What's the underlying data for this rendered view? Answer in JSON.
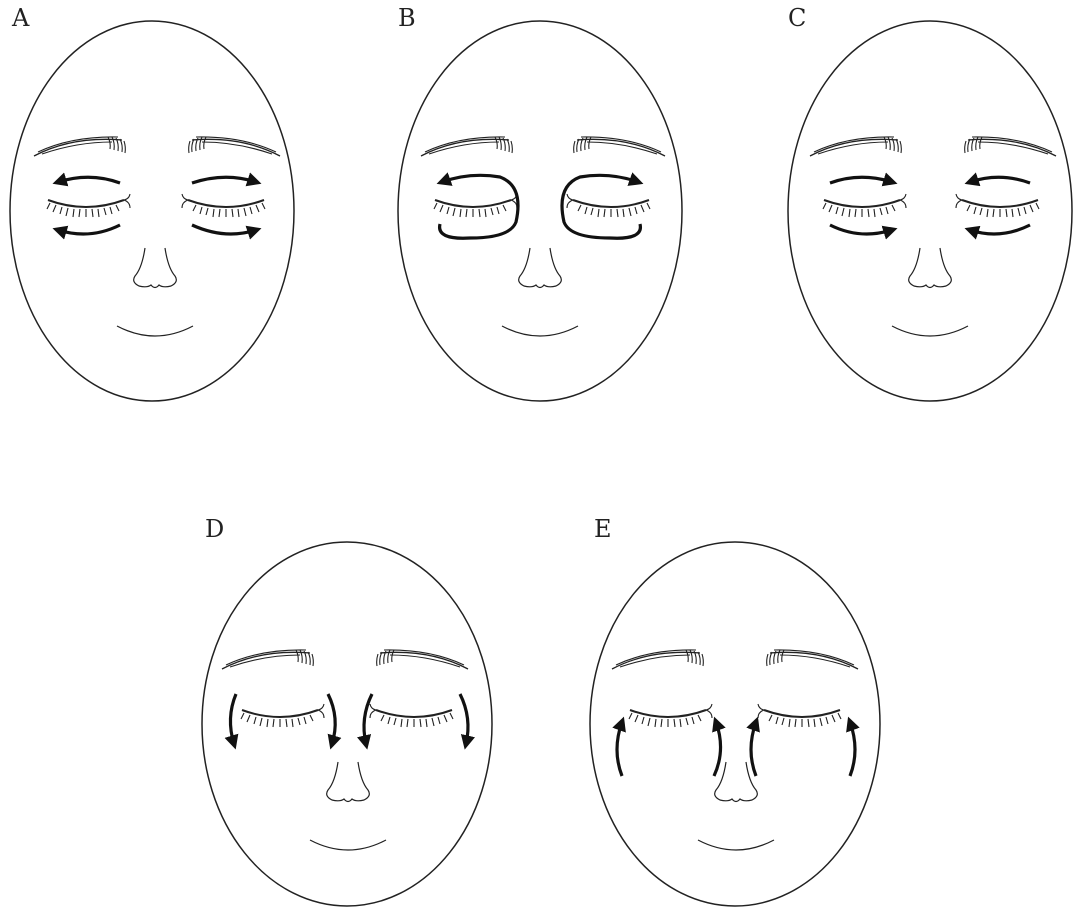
{
  "panels": [
    {
      "label": "A",
      "arrows": "outward-double"
    },
    {
      "label": "B",
      "arrows": "loop"
    },
    {
      "label": "C",
      "arrows": "inward-double"
    },
    {
      "label": "D",
      "arrows": "down"
    },
    {
      "label": "E",
      "arrows": "up"
    }
  ],
  "colors": {
    "line": "#222222",
    "arrow": "#111111",
    "background": "#ffffff"
  }
}
